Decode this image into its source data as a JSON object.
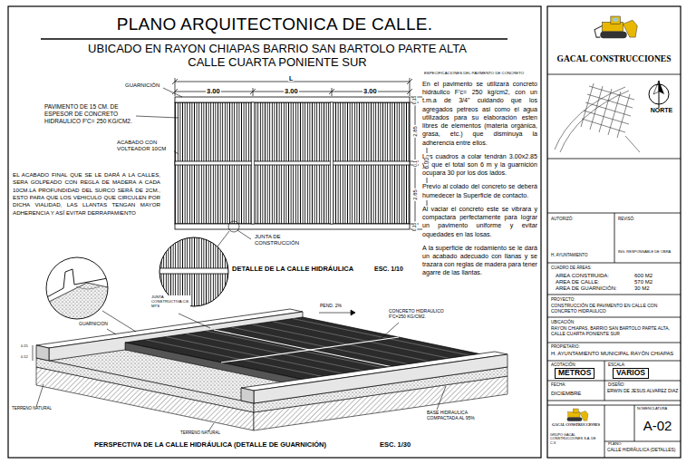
{
  "diagram": {
    "title": "PLANO ARQUITECTONICA DE CALLE.",
    "nodes": [
      {
        "text": [
          "GACAL CONSTRUCCIONES"
        ]
      },
      {
        "text": [
          "NORTE"
        ]
      },
      {
        "text": [
          "AUTORIZÓ:",
          "H. AYUNTAMIENTO"
        ]
      },
      {
        "text": [
          "REVISÓ:",
          "ING. RESPONSABLE DE OBRA"
        ]
      },
      {
        "text": [
          "CUADRO DE ÁREAS:",
          "AREA CONSTRUIDA:",
          "600 M2",
          "AREA DE CALLE:",
          "570 M2",
          "AREA DE GUARNICIÓN:",
          "30 M2"
        ]
      },
      {
        "text": [
          "PROYECTO:",
          "CONSTRUCCIÓN DE PAVIMENTO EN CALLE CON CONCRETO HIDRAULICO"
        ]
      },
      {
        "text": [
          "UBICACIÓN:",
          "RAYON CHIAPAS, BARRIO SAN BARTOLO PARTE ALTA, CALLE CUARTA PONIENTE SUR"
        ]
      },
      {
        "text": [
          "PROPIETARIO:",
          "H. AYUNTAMIENTO MUNICIPAL RAYÓN CHIAPAS"
        ]
      },
      {
        "text": [
          "ACOTACIÓN:",
          "METROS"
        ]
      },
      {
        "text": [
          "ESCALA:",
          "VARIOS"
        ]
      },
      {
        "text": [
          "FECHA:",
          "DICIEMBRE"
        ]
      },
      {
        "text": [
          "DISEÑO:",
          "ERWIN DE JESUS ALVAREZ DIAZ"
        ]
      },
      {
        "text": [
          "GACAL CONSTRUCCIONES",
          "GRUPO GACAL CONSTRUCCIONES S.A. DE C.V."
        ]
      },
      {
        "text": [
          "NOMENCLATURA",
          "A-02"
        ]
      },
      {
        "text": [
          "PLANO:",
          "CALLE HIDRÁULICA (DETALLES)"
        ]
      }
    ],
    "labels": [
      "UBICADO EN RAYON CHIAPAS BARRIO SAN BARTOLO PARTE ALTA CALLE CUARTA PONIENTE SUR",
      "GUARNICIÓN",
      "L",
      "3.00",
      "3.00",
      "3.00",
      "0.15",
      "2.85",
      "0.1",
      "6.00",
      "2.85",
      "0.15",
      "PAVIMENTO DE 15 CM. DE ESPESOR DE CONCRETO HIDRAULICO F'C= 250 KG/CM2.",
      "ACABADO CON VOLTEADOR 10CM",
      "EL ACABADO FINAL QUE SE LE DARÁ A LA CALLES, SERA GOLPEADO CON REGLA DE MADERA A CADA 10CM.LA PROFUNDIDAD DEL SURCO SERÁ DE 2CM., ESTO PARA QUE LOS VEHICULO QUE CIRCULEN POR DICHA VIALIDAD, LAS LLANTAS TENGAN MAYOR ADHERENCIA Y ASÍ EVITAR DERRAPAMIENTO",
      "JUNTA DE CONSTRUCCIÓN",
      "DETALLE DE LA CALLE HIDRÁULICA",
      "ESC. 1/10",
      "ESPECIFICACIONES DEL PAVIMENTO DE CONCRETO",
      "En el pavimento se utilizará concreto hidráulico F'c= 250 kg/cm2, con un t.m.a de 3/4\" cuidando que los agregados petreos asi como el agua utilizados para su elaboración esten libres de elementos (materia orgánica, grasa, etc.) que disminuya la adherencia entre ellos.",
      "Los cuadros a colar tendrán 3.00x2.85 ya que el total son 6 m y la guarnición ocupara 30 por los dos lados.",
      "Previo al colado del concreto se deberá humedecer la Superficie de contacto.",
      "Al vaciar el concreto este se vibrara y compactara perfectamente para lograr un pavimento uniforme y evitar oquedades en las losas.",
      "A la superficie de rodamiento se le dará un acabado adecuado con llanas y se trazara con reglas de madera para tener agarre de las llantas.",
      "JUNTA CONSTRUCTIVA C/6 MTS",
      "GUARNICION",
      "PEND. 2%",
      "CONCRETO HIDRAULICO F'C=250 KG/CM2.",
      "BASE HIDRAULICA COMPACTADA AL 95%",
      "TERRENO NATURAL",
      "TERRENO NATURAL",
      "0.15",
      "0.12",
      "PERSPECTIVA DE LA CALLE HIDRÁULICA (DETALLE DE GUARNICIÓN)",
      "ESC. 1/30"
    ]
  }
}
